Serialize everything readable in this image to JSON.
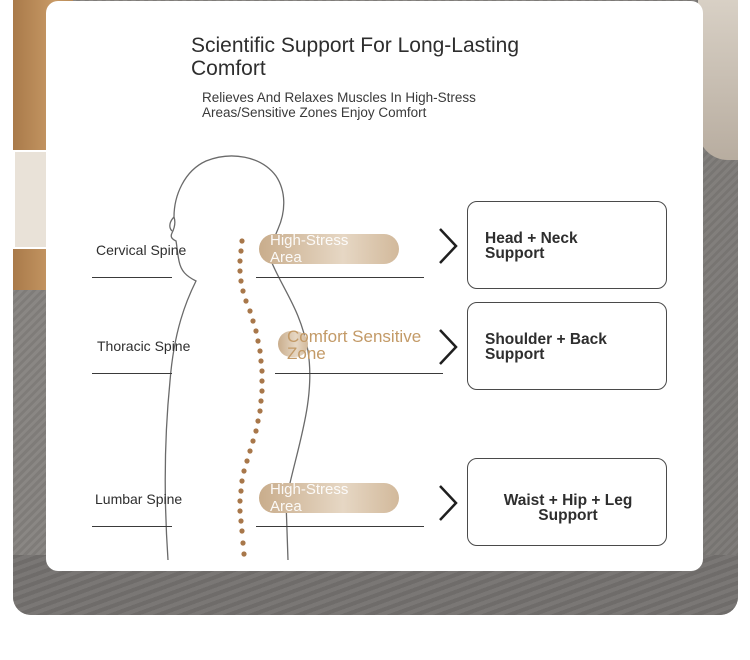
{
  "title": "Scientific Support For Long-Lasting Comfort",
  "subtitle": "Relieves And Relaxes Muscles In High-Stress Areas/Sensitive Zones Enjoy Comfort",
  "spine": {
    "cervical": "Cervical Spine",
    "thoracic": "Thoracic Spine",
    "lumbar": "Lumbar Spine"
  },
  "zones": {
    "upper": "High-Stress Area",
    "middle": "Comfort Sensitive Zone",
    "lower": "High-Stress Area"
  },
  "support": {
    "head": "Head + Neck Support",
    "shoulder": "Shoulder + Back Support",
    "waist": "Waist + Hip + Leg Support"
  },
  "colors": {
    "accent_gold": "#c39a67",
    "spine_dots": "#a8774a"
  },
  "icons": [
    "chevron-right-icon"
  ]
}
